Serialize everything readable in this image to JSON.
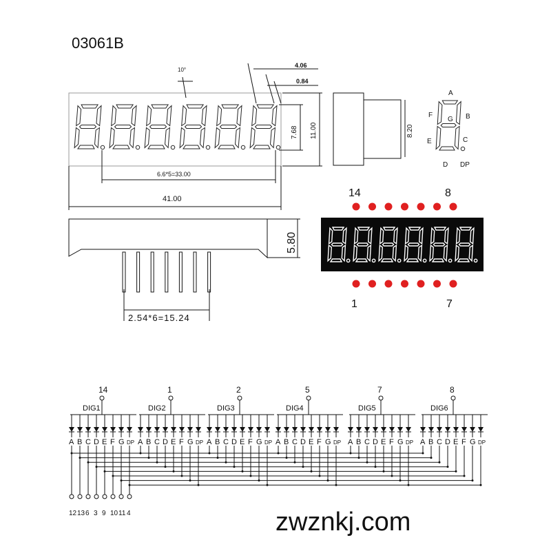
{
  "part_number": "03061B",
  "dimensions": {
    "angle": "10°",
    "pin_spacing_top": "4.06",
    "stroke_width": "0.84",
    "digit_height": "7.68",
    "total_height": "11.00",
    "digit_pitch": "6.6*5=33.00",
    "total_width": "41.00",
    "side_height": "8.20",
    "depth": "5.80",
    "pin_pitch": "2.54*6=15.24"
  },
  "segment_legend": {
    "labels": [
      "A",
      "B",
      "C",
      "D",
      "E",
      "F",
      "G",
      "DP"
    ]
  },
  "pinout": {
    "top_left": "14",
    "top_right": "8",
    "bottom_left": "1",
    "bottom_right": "7",
    "pin_color": "#e02020"
  },
  "circuit": {
    "digits": [
      {
        "name": "DIG1",
        "pin": "14"
      },
      {
        "name": "DIG2",
        "pin": "1"
      },
      {
        "name": "DIG3",
        "pin": "2"
      },
      {
        "name": "DIG4",
        "pin": "5"
      },
      {
        "name": "DIG5",
        "pin": "7"
      },
      {
        "name": "DIG6",
        "pin": "8"
      }
    ],
    "segment_labels": [
      "A",
      "B",
      "C",
      "D",
      "E",
      "F",
      "G",
      "DP"
    ],
    "bottom_pins": [
      "12",
      "13",
      "6",
      "3",
      "9",
      "10",
      "11",
      "4"
    ]
  },
  "watermark": "zwznkj.com"
}
